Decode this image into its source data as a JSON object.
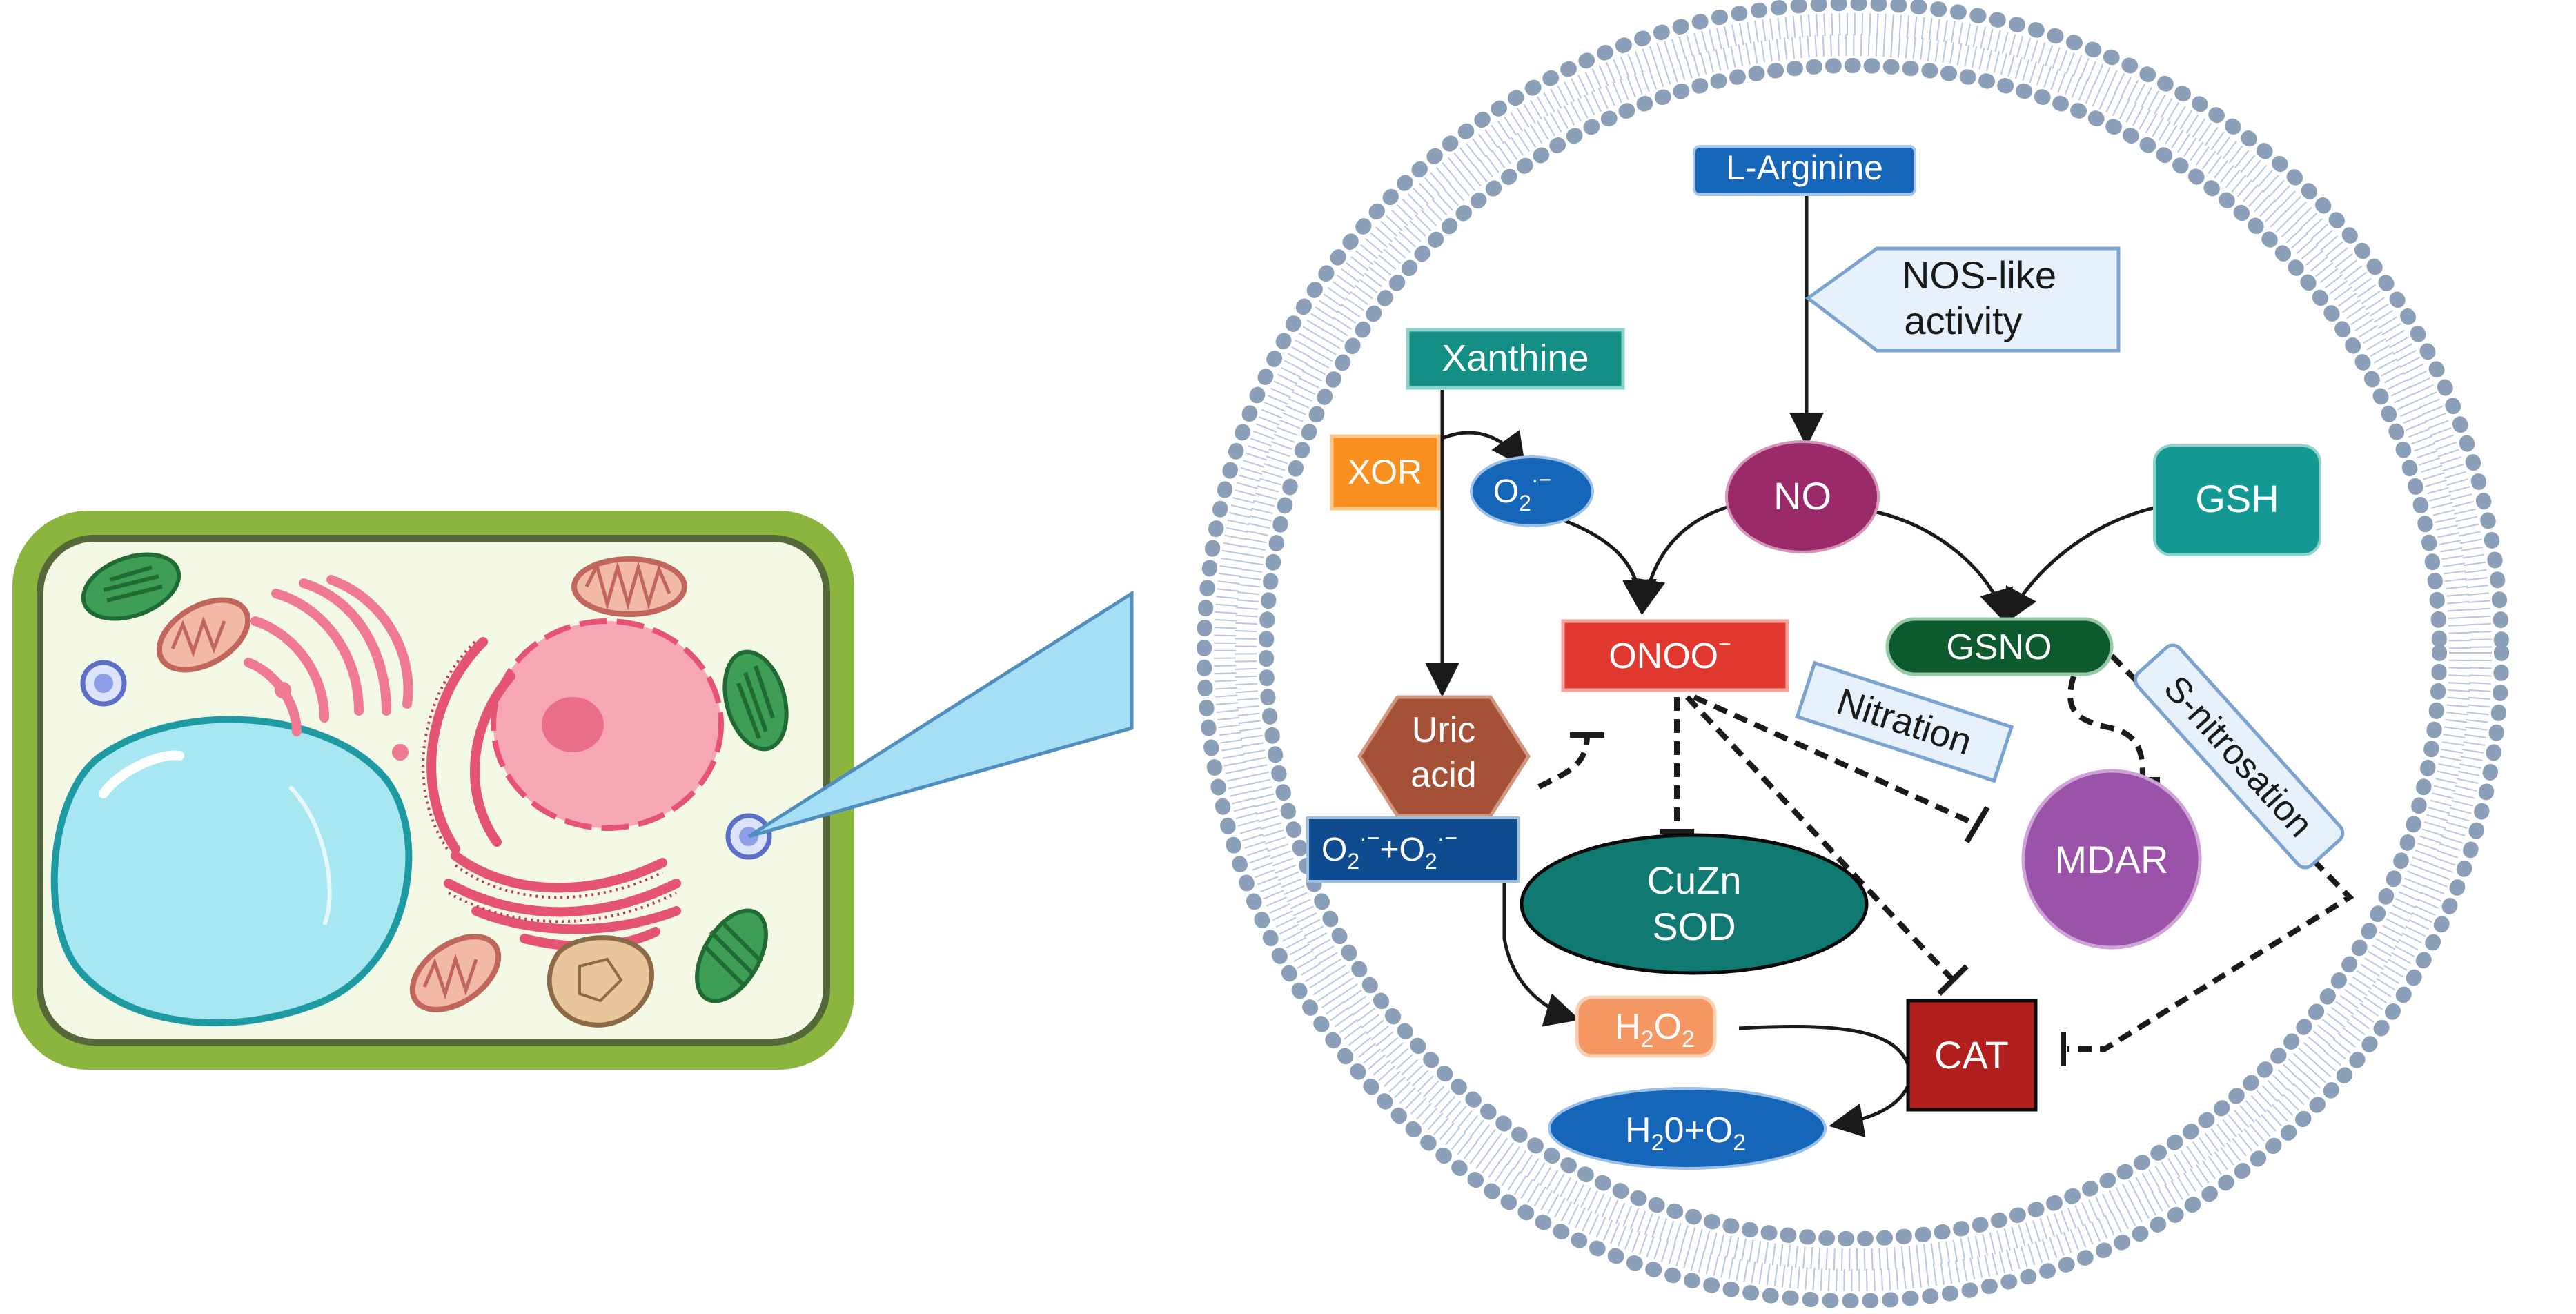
{
  "nodes": {
    "l_arginine": "L-Arginine",
    "nos_like_1": "NOS-like",
    "nos_like_2": "activity",
    "xanthine": "Xanthine",
    "xor": "XOR",
    "superoxide": "O",
    "superoxide_sub": "2",
    "superoxide_sup": "·−",
    "no": "NO",
    "gsh": "GSH",
    "onoo": "ONOO",
    "onoo_sup": "−",
    "gsno": "GSNO",
    "nitration": "Nitration",
    "s_nitrosation": "S-nitrosation",
    "uric_1": "Uric",
    "uric_2": "acid",
    "o2o2_a": "O",
    "o2o2_a_sub": "2",
    "o2o2_a_sup": "·−",
    "o2o2_plus": "+O",
    "o2o2_b_sub": "2",
    "o2o2_b_sup": "·−",
    "cuzn_1": "CuZn",
    "cuzn_2": "SOD",
    "mdar": "MDAR",
    "h2o2_h": "H",
    "h2o2_sub1": "2",
    "h2o2_o": "O",
    "h2o2_sub2": "2",
    "cat": "CAT",
    "h2o_h": "H",
    "h2o_sub": "2",
    "h2o_rest": "0+O",
    "h2o_sub2": "2"
  },
  "colors": {
    "l_arginine": "#1565b8",
    "xanthine": "#138f86",
    "xor": "#f7901e",
    "superoxide": "#1565b8",
    "no": "#9b2a6b",
    "gsh": "#139893",
    "onoo": "#e0382e",
    "gsno": "#0d5a2e",
    "uric": "#a55138",
    "o2o2": "#0e4b8f",
    "cuzn": "#107a72",
    "mdar": "#9a53a8",
    "h2o2": "#f49762",
    "cat": "#b21f1f",
    "h2o": "#1565b8",
    "label_box": "#e6f1fb",
    "membrane": "#8b9fb8",
    "cell_wall": "#8cb53f",
    "cytoplasm": "#f3f9e5",
    "vacuole": "#a7e7f1",
    "nucleus": "#f7a6b5",
    "zoom_wedge": "#a6dff5"
  }
}
